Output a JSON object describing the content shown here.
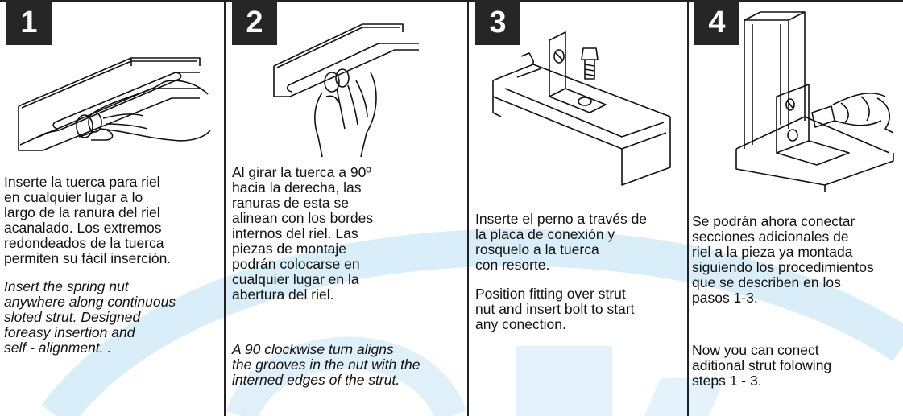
{
  "watermark_color": "#4aa6dc",
  "steps": [
    {
      "number": "1",
      "text_es": "Inserte la tuerca para riel\nen cualquier lugar a lo\nlargo de la ranura del riel\nacanalado. Los extremos\nredondeados de la tuerca\npermiten su fácil inserción.",
      "text_en": "Insert the spring nut\nanywhere along continuous\nsloted strut. Designed\nforeasy insertion and\nself - alignment.         ."
    },
    {
      "number": "2",
      "text_es": "Al girar la tuerca a 90º\nhacia la derecha, las\nranuras de esta se\nalinean con los bordes\ninternos del riel. Las\npiezas de montaje\npodrán colocarse en\ncualquier lugar en la\nabertura del riel.",
      "text_en": "A 90 clockwise turn aligns\nthe grooves in the nut with the\ninterned edges of the strut."
    },
    {
      "number": "3",
      "text_es": "Inserte el perno a través de\nla placa de conexión y\nrosquelo a la tuerca\ncon resorte.",
      "text_en": "Position fitting over strut\nnut and insert bolt to start\nany conection."
    },
    {
      "number": "4",
      "text_es": "Se podrán ahora conectar\nsecciones adicionales de\nriel a la pieza ya montada\nsiguiendo los procedimientos\nque se describen en los\npasos 1-3.",
      "text_en": "Now you can conect\naditional strut folowing\nsteps 1 - 3."
    }
  ]
}
